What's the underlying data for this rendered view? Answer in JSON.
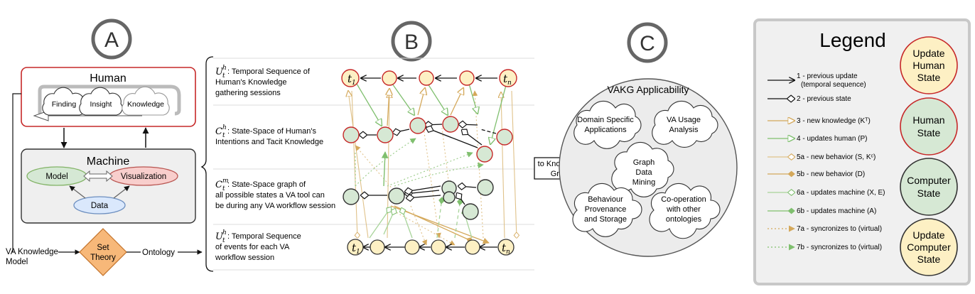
{
  "panels": {
    "a": {
      "letter": "A",
      "human": {
        "title": "Human",
        "clouds": [
          "Finding",
          "Insight",
          "Knowledge"
        ]
      },
      "machine": {
        "title": "Machine",
        "model": "Model",
        "visualization": "Visualization",
        "data": "Data"
      },
      "va_model": [
        "VA Knowledge",
        "Model"
      ],
      "set_theory": [
        "Set",
        "Theory"
      ],
      "ontology": "Ontology"
    },
    "b": {
      "letter": "B",
      "rows": [
        {
          "symbol": "U",
          "sup": "h",
          "sub": "t",
          "lines": [
            ": Temporal Sequence of",
            "Human's Knowledge",
            "gathering sessions"
          ]
        },
        {
          "symbol": "C",
          "sup": "h",
          "sub": "t",
          "lines": [
            ": State-Space of Human's",
            "Intentions and Tacit Knowledge"
          ]
        },
        {
          "symbol": "C",
          "sup": "m",
          "sub": "t",
          "lines": [
            ": State-Space graph of",
            "all possible states a VA tool can",
            "be during any VA workflow session"
          ]
        },
        {
          "symbol": "U",
          "sup": "h",
          "sub": "t",
          "lines": [
            ": Temporal Sequence",
            "of events for each VA",
            "workflow session"
          ]
        }
      ],
      "node_t1": "t",
      "node_t1_sub": "1",
      "node_tn": "t",
      "node_tn_sub": "n"
    },
    "c": {
      "letter": "C",
      "title": "VAKG Applicability",
      "arrow_label": [
        "to Knowledge",
        "Graph"
      ],
      "clouds": [
        [
          "Domain Specific",
          "Applications"
        ],
        [
          "VA Usage",
          "Analysis"
        ],
        [
          "Graph",
          "Data",
          "Mining"
        ],
        [
          "Behaviour",
          "Provenance",
          "and Storage"
        ],
        [
          "Co-operation",
          "with other",
          "ontologies"
        ]
      ]
    }
  },
  "legend": {
    "title": "Legend",
    "entries": [
      [
        "1 - previous update",
        "(temporal sequence)"
      ],
      [
        "2 - previous state"
      ],
      [
        "3 - new knowledge (Kᵀ)"
      ],
      [
        "4 - updates human (P)"
      ],
      [
        "5a - new behavior (S, Kᶜ)"
      ],
      [
        "5b - new behavior (D)"
      ],
      [
        "6a - updates machine (X, E)"
      ],
      [
        "6b - updates machine (A)"
      ],
      [
        "7a - syncronizes to (virtual)"
      ],
      [
        "7b - syncronizes to (virtual)"
      ]
    ],
    "states": [
      [
        "Update",
        "Human",
        "State"
      ],
      [
        "Human",
        "State"
      ],
      [
        "Computer",
        "State"
      ],
      [
        "Update",
        "Computer",
        "State"
      ]
    ]
  },
  "colors": {
    "update_human": "#fdf0c4",
    "human": "#d6e8d4",
    "computer": "#d6e8d4",
    "update_computer": "#fdf0c4",
    "red_stroke": "#c62828",
    "orange_arrow": "#d4a85a",
    "green_arrow": "#7fbf6e",
    "set_theory": "#f7b879",
    "model_fill": "#d5e8d4",
    "vis_fill": "#f8cecc",
    "data_fill": "#dae8fc"
  }
}
